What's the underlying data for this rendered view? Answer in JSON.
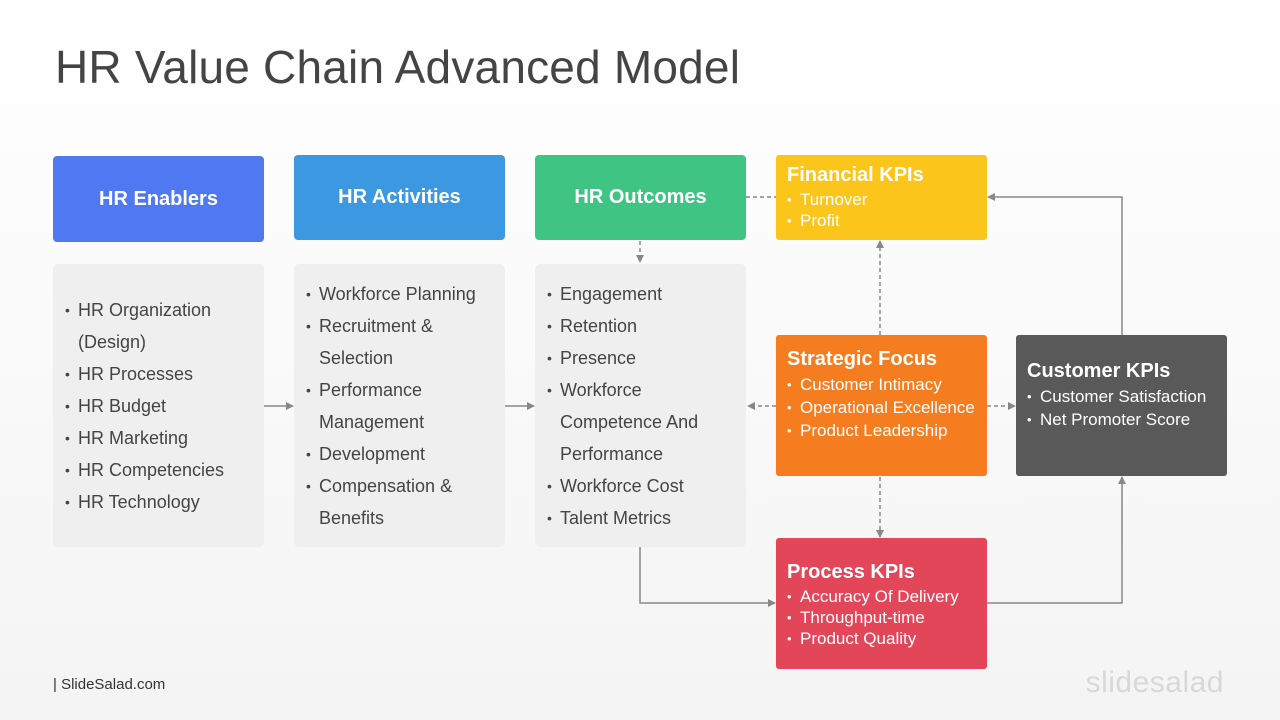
{
  "title": "HR Value Chain Advanced Model",
  "colors": {
    "enablers": "#5078f2",
    "activities": "#3c98e0",
    "outcomes": "#40c484",
    "financial": "#fcc51c",
    "strategic": "#f57d1f",
    "process": "#e24658",
    "customer": "#595959",
    "panel": "#efefef",
    "connector": "#888888"
  },
  "columns": [
    {
      "header": "HR Enablers",
      "items": [
        "HR Organization (Design)",
        "HR Processes",
        "HR Budget",
        "HR Marketing",
        "HR Competencies",
        "HR Technology"
      ]
    },
    {
      "header": "HR Activities",
      "items": [
        "Workforce Planning",
        "Recruitment & Selection",
        "Performance Management",
        "Development",
        "Compensation & Benefits"
      ]
    },
    {
      "header": "HR Outcomes",
      "items": [
        "Engagement",
        "Retention",
        "Presence",
        "Workforce Competence And Performance",
        "Workforce Cost",
        "Talent Metrics"
      ]
    }
  ],
  "kpis": {
    "financial": {
      "title": "Financial KPIs",
      "items": [
        "Turnover",
        "Profit"
      ]
    },
    "strategic": {
      "title": "Strategic Focus",
      "items": [
        "Customer Intimacy",
        "Operational Excellence",
        "Product Leadership"
      ]
    },
    "process": {
      "title": "Process KPIs",
      "items": [
        "Accuracy Of Delivery",
        "Throughput-time",
        "Product Quality"
      ]
    },
    "customer": {
      "title": "Customer KPIs",
      "items": [
        "Customer Satisfaction",
        "Net Promoter Score"
      ]
    }
  },
  "footer": {
    "source": "| SlideSalad.com",
    "brand": "slidesalad"
  }
}
